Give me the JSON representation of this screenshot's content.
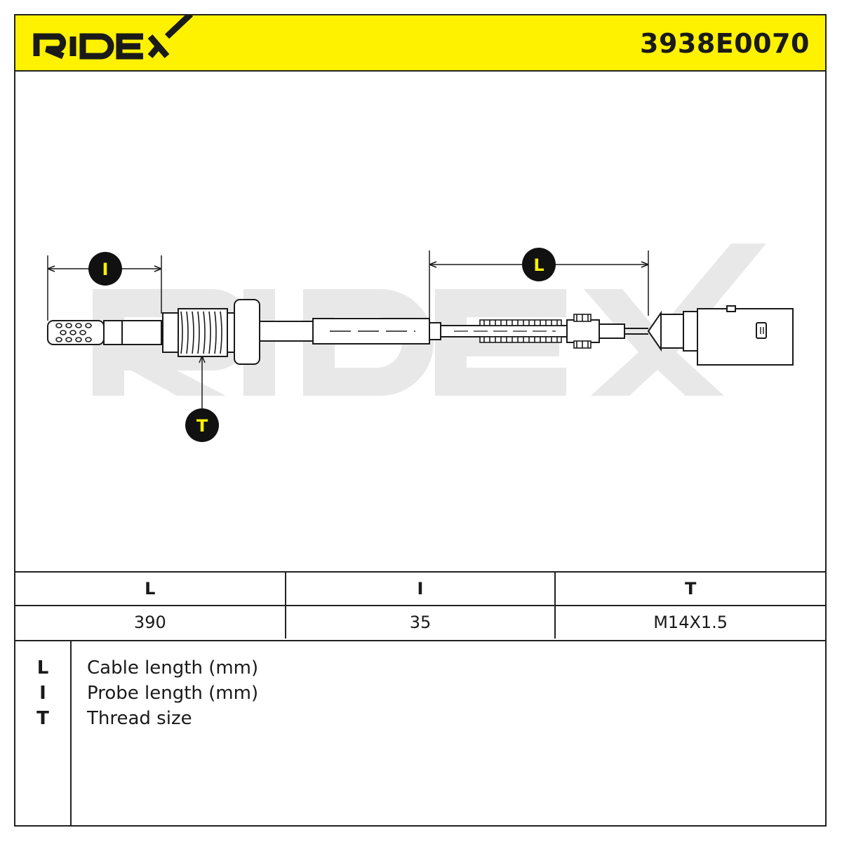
{
  "header": {
    "brand": "RIDEX",
    "part_number": "3938E0070",
    "accent_color": "#fff200"
  },
  "drawing": {
    "watermark": "RIDEX",
    "callouts": {
      "probe": "I",
      "cable": "L",
      "thread": "T"
    }
  },
  "specs": {
    "headers": [
      "L",
      "I",
      "T"
    ],
    "values": [
      "390",
      "35",
      "M14X1.5"
    ]
  },
  "legend": [
    {
      "key": "L",
      "desc": "Cable length (mm)"
    },
    {
      "key": "I",
      "desc": "Probe length (mm)"
    },
    {
      "key": "T",
      "desc": "Thread size"
    }
  ]
}
